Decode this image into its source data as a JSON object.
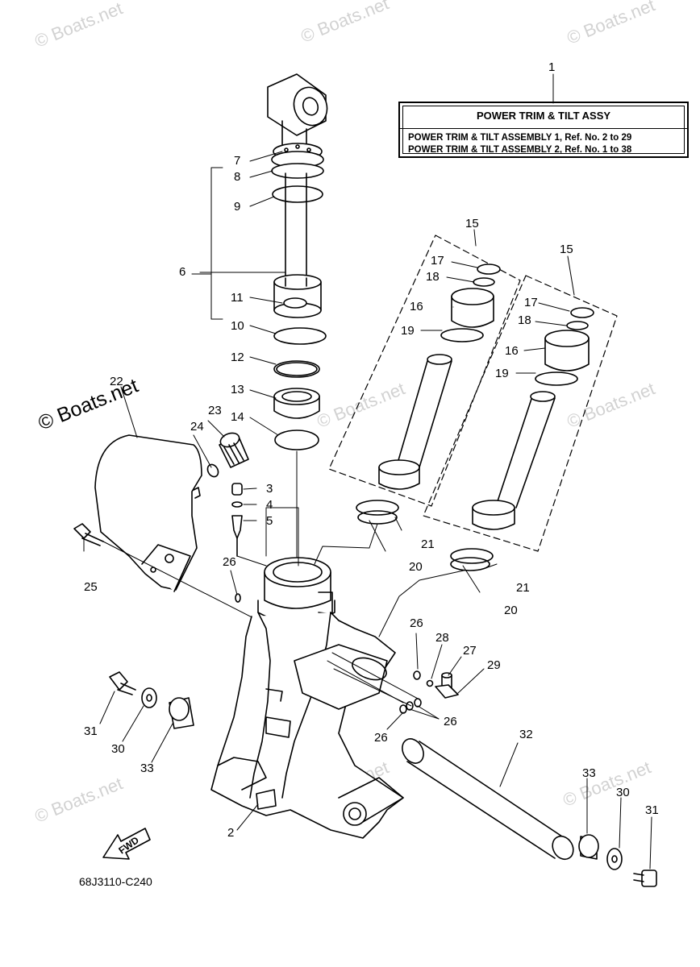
{
  "title_box": {
    "title": "POWER TRIM  & TILT ASSY",
    "line1": "POWER TRIM & TILT ASSEMBLY 1,  Ref. No. 2 to 29",
    "line2": "POWER TRIM & TILT ASSEMBLY 2,  Ref. No. 1 to 38"
  },
  "callouts": {
    "c1": "1",
    "c2": "2",
    "c3": "3",
    "c4": "4",
    "c5": "5",
    "c6": "6",
    "c7": "7",
    "c8": "8",
    "c9": "9",
    "c10": "10",
    "c11": "11",
    "c12": "12",
    "c13": "13",
    "c14": "14",
    "c15a": "15",
    "c15b": "15",
    "c16a": "16",
    "c16b": "16",
    "c17a": "17",
    "c17b": "17",
    "c18a": "18",
    "c18b": "18",
    "c19a": "19",
    "c19b": "19",
    "c20a": "20",
    "c20b": "20",
    "c21a": "21",
    "c21b": "21",
    "c22": "22",
    "c23": "23",
    "c24": "24",
    "c25": "25",
    "c26a": "26",
    "c26b": "26",
    "c26c": "26",
    "c26d": "26",
    "c27": "27",
    "c28": "28",
    "c29": "29",
    "c30a": "30",
    "c30b": "30",
    "c31a": "31",
    "c31b": "31",
    "c32": "32",
    "c33a": "33",
    "c33b": "33"
  },
  "diagram_code": "68J3110-C240",
  "fwd_label": "FWD",
  "watermark": "© Boats.net",
  "watermark_primary": "© Boats.net"
}
